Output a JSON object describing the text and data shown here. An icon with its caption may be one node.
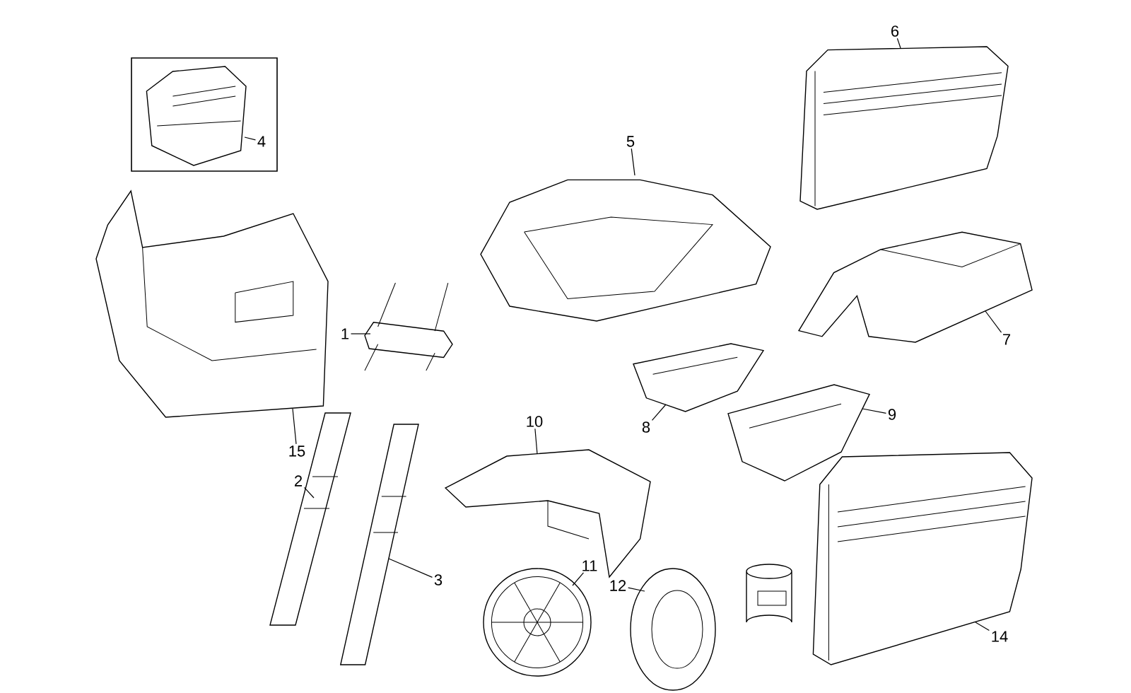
{
  "diagram": {
    "nodes": [
      {
        "text": [
          "1"
        ]
      },
      {
        "text": [],
        "shape": "picture"
      },
      {
        "text": [
          "2"
        ]
      },
      {
        "text": [],
        "shape": "picture"
      },
      {
        "text": [
          "3"
        ]
      },
      {
        "text": [],
        "shape": "picture"
      },
      {
        "text": [
          "4"
        ]
      },
      {
        "text": [],
        "shape": "picture"
      },
      {
        "text": [
          "5"
        ]
      },
      {
        "text": [],
        "shape": "picture"
      },
      {
        "text": [
          "6"
        ]
      },
      {
        "text": [],
        "shape": "picture"
      },
      {
        "text": [
          "7"
        ]
      },
      {
        "text": [],
        "shape": "picture"
      },
      {
        "text": [
          "8"
        ]
      },
      {
        "text": [],
        "shape": "picture"
      },
      {
        "text": [
          "9"
        ]
      },
      {
        "text": [],
        "shape": "picture"
      },
      {
        "text": [
          "10"
        ]
      },
      {
        "text": [],
        "shape": "picture"
      },
      {
        "text": [
          "11"
        ]
      },
      {
        "text": [],
        "shape": "picture"
      },
      {
        "text": [
          "12"
        ]
      },
      {
        "text": [],
        "shape": "picture"
      },
      {
        "text": [
          "14"
        ]
      },
      {
        "text": [],
        "shape": "picture"
      },
      {
        "text": [
          "15"
        ]
      },
      {
        "text": [],
        "shape": "picture"
      }
    ],
    "edges": [
      {
        "from": 0,
        "to": 1,
        "arrow": "none"
      },
      {
        "from": 2,
        "to": 3,
        "arrow": "none"
      },
      {
        "from": 4,
        "to": 5,
        "arrow": "none"
      },
      {
        "from": 6,
        "to": 7,
        "arrow": "none"
      },
      {
        "from": 8,
        "to": 9,
        "arrow": "none"
      },
      {
        "from": 10,
        "to": 11,
        "arrow": "none"
      },
      {
        "from": 12,
        "to": 13,
        "arrow": "none"
      },
      {
        "from": 14,
        "to": 15,
        "arrow": "none"
      },
      {
        "from": 16,
        "to": 17,
        "arrow": "none"
      },
      {
        "from": 18,
        "to": 19,
        "arrow": "none"
      },
      {
        "from": 20,
        "to": 21,
        "arrow": "none"
      },
      {
        "from": 22,
        "to": 23,
        "arrow": "none"
      },
      {
        "from": 24,
        "to": 25,
        "arrow": "none"
      },
      {
        "from": 26,
        "to": 27,
        "arrow": "none"
      }
    ]
  }
}
